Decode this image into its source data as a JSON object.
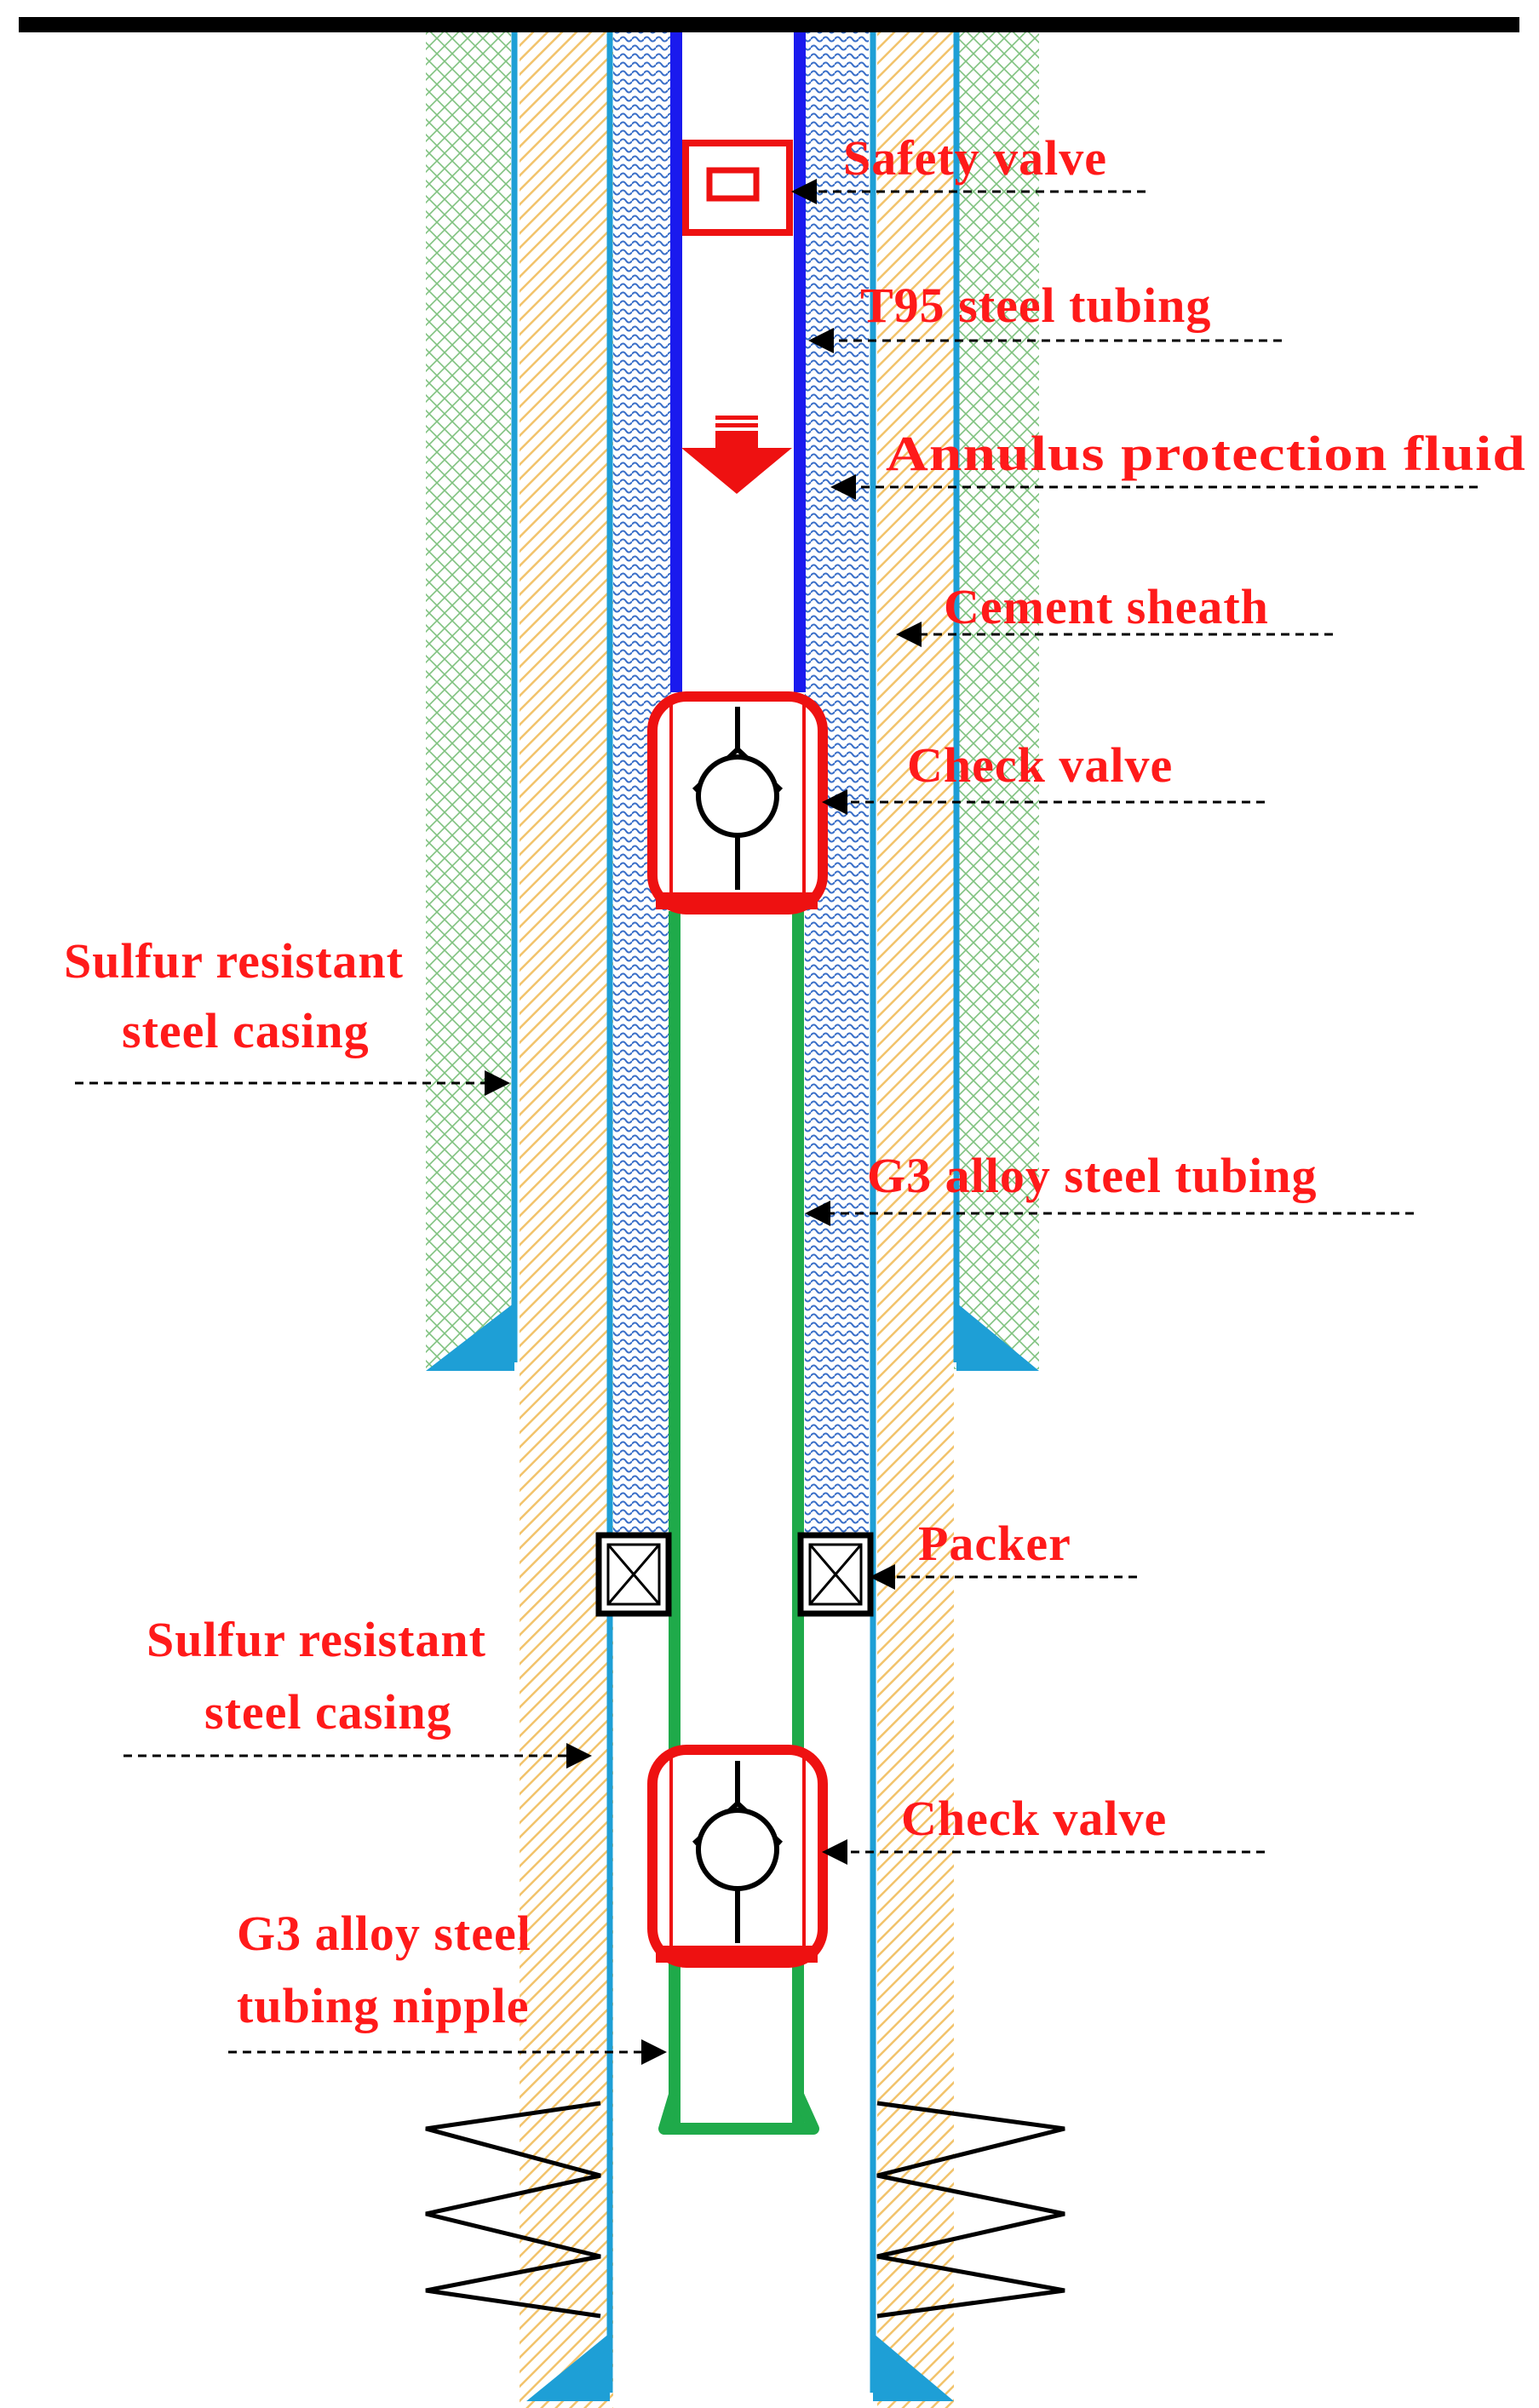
{
  "colors": {
    "label_red": "#ff1a1a",
    "tubing_t95": "#1a1aee",
    "tubing_g3": "#1faa4a",
    "casing_line": "#1e9fd6",
    "cement_hatch": "#f2c36b",
    "formation_hatch": "#7fc27f",
    "annulus_fluid": "#3a6fc8",
    "valve_red": "#ee1111",
    "shoe": "#1e9fd6",
    "black": "#000000"
  },
  "icons": {
    "flow_arrow": "down-arrow-icon",
    "check_valve": "check-valve-icon",
    "packer": "packer-cross-box-icon",
    "perforation": "perforation-zigzag-icon"
  },
  "labels": {
    "safety_valve": "Safety valve",
    "t95_tubing": "T95 steel tubing",
    "annulus_fluid": "Annulus protection fluid",
    "cement_sheath": "Cement sheath",
    "check_valve_upper": "Check valve",
    "casing_upper_line1": "Sulfur resistant",
    "casing_upper_line2": "steel casing",
    "g3_tubing": "G3 alloy steel tubing",
    "packer": "Packer",
    "casing_lower_line1": "Sulfur resistant",
    "casing_lower_line2": "steel casing",
    "check_valve_lower": "Check valve",
    "nipple_line1": "G3 alloy steel",
    "nipple_line2": "tubing nipple"
  }
}
